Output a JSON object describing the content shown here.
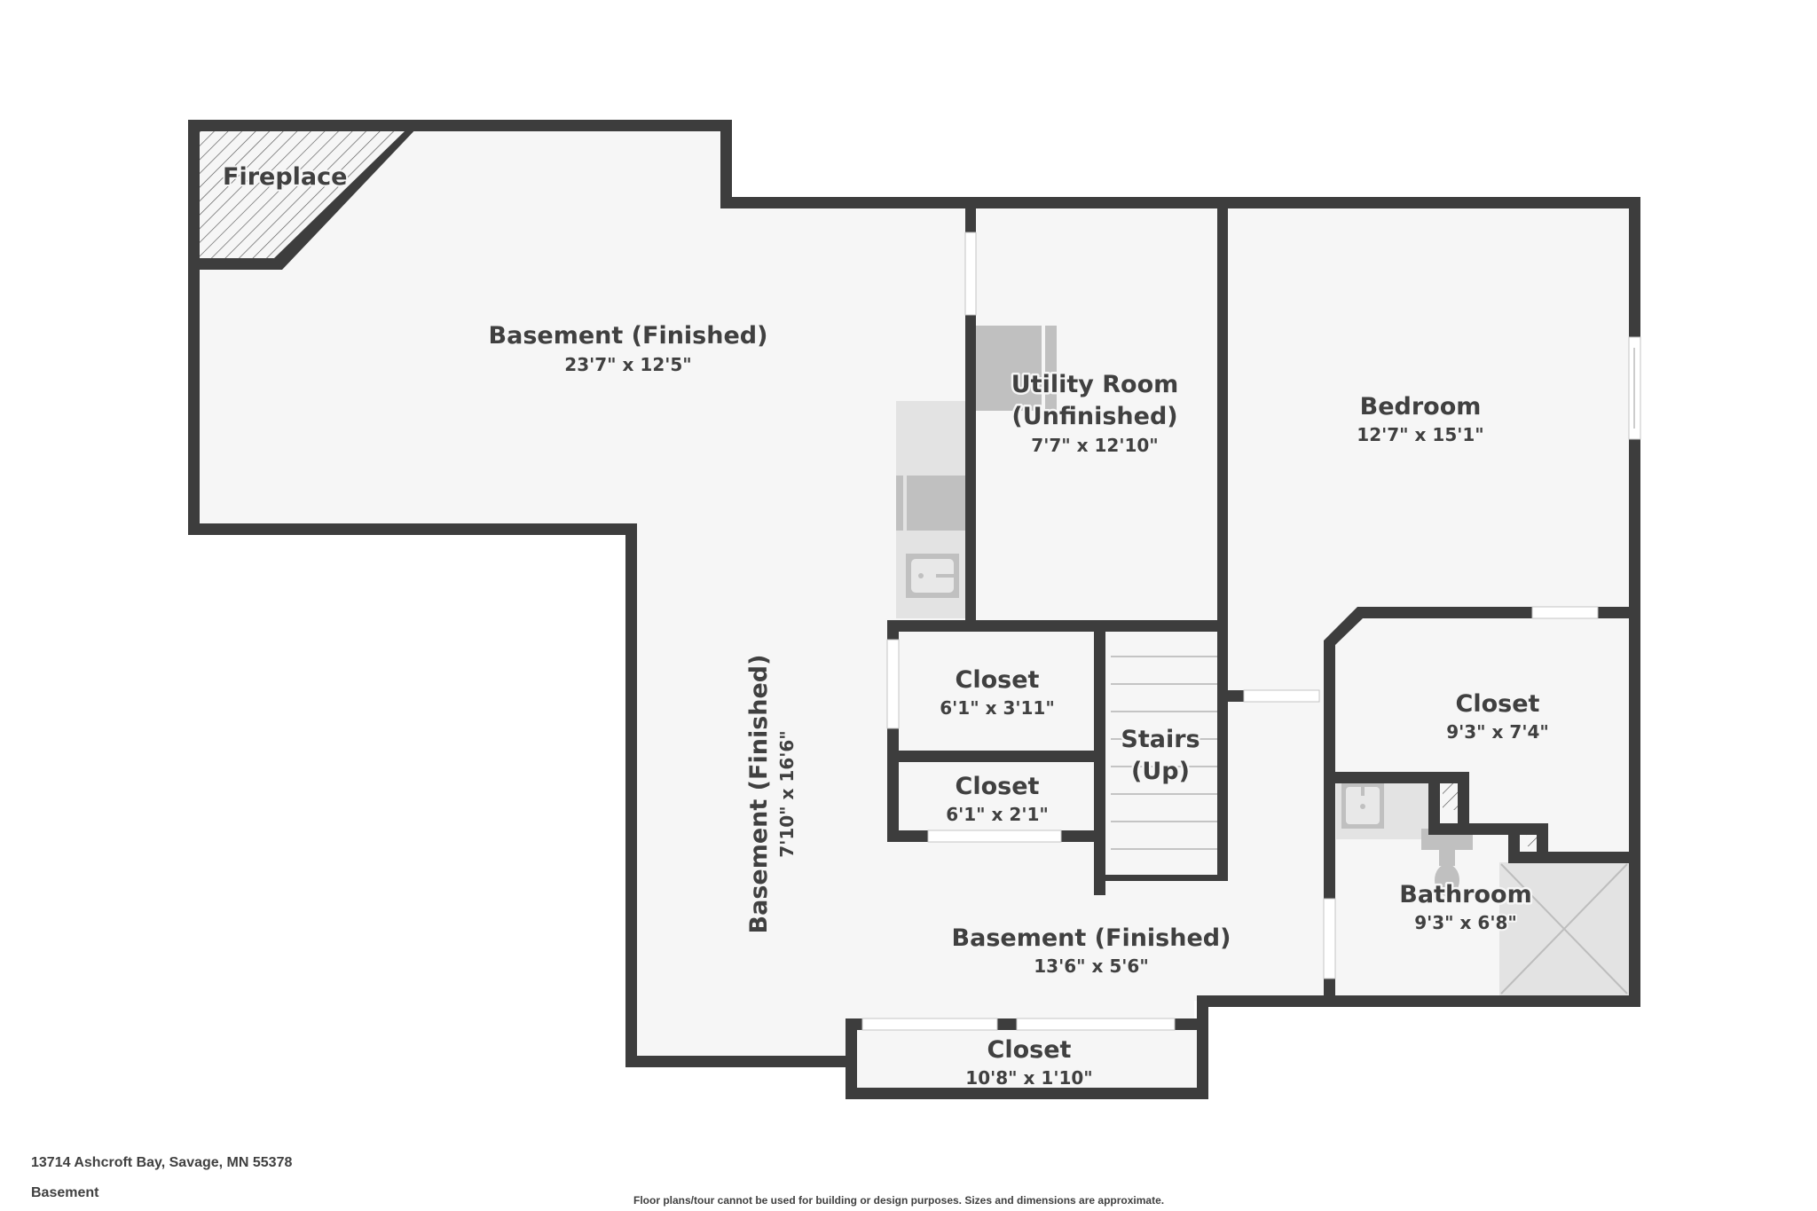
{
  "property": {
    "address": "13714 Ashcroft Bay, Savage, MN 55378",
    "level": "Basement",
    "disclaimer": "Floor plans/tour cannot be used for building or design purposes. Sizes and dimensions are approximate."
  },
  "colors": {
    "wall": "#3d3d3d",
    "floor": "#f6f6f6",
    "fixture": "#c0c0c0",
    "fixture_light": "#e3e3e3",
    "opening": "#ffffff",
    "text": "#404040"
  },
  "rooms": [
    {
      "id": "basement-main",
      "name": "Basement (Finished)",
      "dimensions": "23'7\" x 12'5\""
    },
    {
      "id": "utility-room",
      "name_line1": "Utility Room",
      "name_line2": "(Unfinished)",
      "dimensions": "7'7\" x 12'10\""
    },
    {
      "id": "bedroom",
      "name": "Bedroom",
      "dimensions": "12'7\" x 15'1\""
    },
    {
      "id": "closet-1",
      "name": "Closet",
      "dimensions": "6'1\" x 3'11\""
    },
    {
      "id": "closet-2",
      "name": "Closet",
      "dimensions": "6'1\" x 2'1\""
    },
    {
      "id": "stairs",
      "name_line1": "Stairs",
      "name_line2": "(Up)"
    },
    {
      "id": "closet-bedroom",
      "name": "Closet",
      "dimensions": "9'3\" x 7'4\""
    },
    {
      "id": "bathroom",
      "name": "Bathroom",
      "dimensions": "9'3\" x 6'8\""
    },
    {
      "id": "basement-vertical",
      "name": "Basement (Finished)",
      "dimensions": "7'10\" x 16'6\""
    },
    {
      "id": "basement-lower",
      "name": "Basement (Finished)",
      "dimensions": "13'6\" x 5'6\""
    },
    {
      "id": "closet-bottom",
      "name": "Closet",
      "dimensions": "10'8\" x 1'10\""
    }
  ],
  "features": {
    "fireplace": "Fireplace"
  }
}
